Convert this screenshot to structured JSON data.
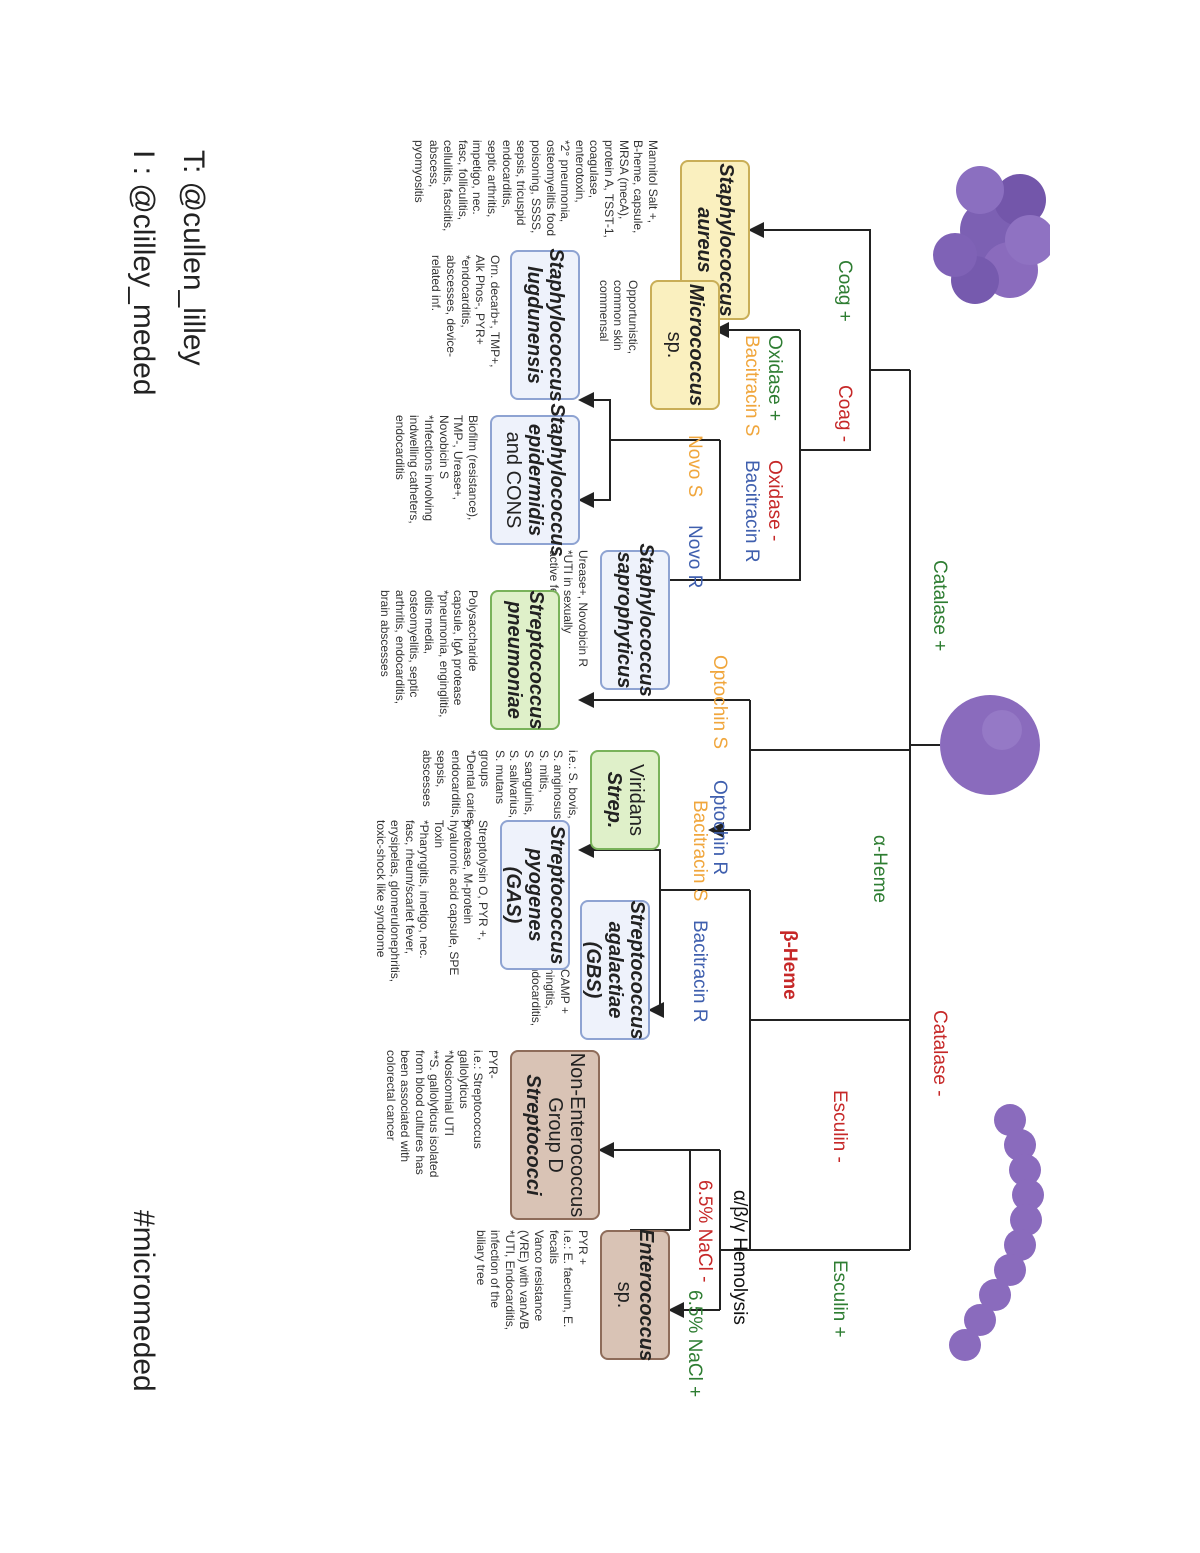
{
  "tests": {
    "catalase_pos": "Catalase +",
    "catalase_neg": "Catalase -",
    "coag_pos": "Coag +",
    "coag_neg": "Coag -",
    "oxidase_pos": "Oxidase +",
    "bacitracin_s_1": "Bacitracin S",
    "oxidase_neg": "Oxidase -",
    "bacitracin_r_1": "Bacitracin R",
    "novo_s": "Novo S",
    "novo_r": "Novo R",
    "alpha_heme": "α-Heme",
    "beta_heme": "β-Heme",
    "optochin_s": "Optochin S",
    "optochin_r": "Optochin R",
    "bacitracin_s_2": "Bacitracin S",
    "bacitracin_r_2": "Bacitracin R",
    "esculin_neg": "Esculin -",
    "esculin_pos": "Esculin +",
    "hemolysis": "α/β/γ Hemolysis",
    "nacl_neg": "6.5% NaCl -",
    "nacl_pos": "6.5% NaCl +"
  },
  "organisms": {
    "s_aureus": {
      "line1": "Staphylococcus",
      "line2": "aureus",
      "note": "Mannitol Salt +,\nB-heme, capsule,\nMRSA (mecA),\nprotein A, TSST-1,\ncoagulase,\nenterotoxin,\n*2° pneumonia,\nosteomyelitis food\npoisoning, SSSS,\nsepsis, tricuspid\nendocarditis,\nseptic arthritis,\nimpetigo, nec.\nfasc, folliculitis,\ncellulitis, fasciitis,\nabscess,\npyomyositis"
    },
    "micrococcus": {
      "line1": "Micrococcus",
      "line2": "sp.",
      "note": "Opportunistic,\ncommon skin\ncommensal"
    },
    "s_lugdunensis": {
      "line1": "Staphylococcus",
      "line2": "lugdunensis",
      "note": "Orn. decarb+, TMP+,\nAlk Phos-, PYR+\n*endocarditis,\nabscesses, device-\nrelated inf."
    },
    "s_epidermidis": {
      "line1": "Staphylococcus",
      "line2": "epidermidis",
      "line3": "and CONS",
      "note": "Biofilm (resistance),\nTMP-, Urease+,\nNovobicin S\n*Infections involving\nindwelling catheters,\nendocarditis"
    },
    "s_saprophyticus": {
      "line1": "Staphylococcus",
      "line2": "saprophyticus",
      "note": "Urease+, Novobicin R\n*UTI in sexually\nactive females"
    },
    "s_pneumoniae": {
      "line1": "Streptococcus",
      "line2": "pneumoniae",
      "note": "Polysaccharide\ncapsule, IgA protease\n*pneumonia, enginglitis,\notitis media,\nosteomyelitis, septic\narthritis, endocarditis,\nbrain abscesses"
    },
    "viridans": {
      "line1": "Viridans",
      "line2": "Strep.",
      "note": "i.e.: S. bovis,\nS. anginosus,\nS. mitis,\nS sanguinis,\nS. salivarius,\nS. mutans\ngroups\n*Dental caries,\nendocarditis,\nsepsis,\nabscesses"
    },
    "s_agalactiae": {
      "line1": "Streptococcus",
      "line2": "agalactiae (GBS)",
      "note": "Hippurate +, CAMP +\n*neonate meningitis,\nwound inf, endocarditis,\nUTI, sepsis"
    },
    "s_pyogenes": {
      "line1": "Streptococcus",
      "line2": "pyogenes (GAS)",
      "note": "Streptolysin O, PYR +,\nprotease, M-protein\nhyaluronic acid capsule, SPE\nToxin\n*Pharyngitis, imetigo, nec.\nfasc, rheum/scarlet fever,\nerysipelas, glomerulonephritis,\ntoxic-shock like syndrome"
    },
    "non_entero": {
      "line1": "Non-Enterococcus",
      "line2": "Group D",
      "line3": "Streptococci",
      "note": "PYR-\ni.e.: Streptococcus\ngallolyticus\n*Nosicomial UTI\n**S. gallolyticus isolated\nfrom blood cultures has\nbeen associated with\ncolorectal cancer"
    },
    "enterococcus": {
      "line1": "Enterococcus",
      "line2": "sp.",
      "note": "PYR +\ni.e.: E. faecium, E.\nfecalis\nVanco resistance\n(VRE) with vanA/B\n*UTI, Endocarditis,\ninfection of the\nbiliary tree"
    }
  },
  "social": {
    "twitter": "T: @cullen_lilley",
    "instagram": "I : @clilley_meded",
    "hashtag": "#micromeded"
  },
  "colors": {
    "purple": "#8a6bbd",
    "purple_dark": "#6c4d9e",
    "green": "#2e7d32",
    "red": "#c62828",
    "blue": "#3f5fae",
    "orange": "#f0a63c"
  }
}
